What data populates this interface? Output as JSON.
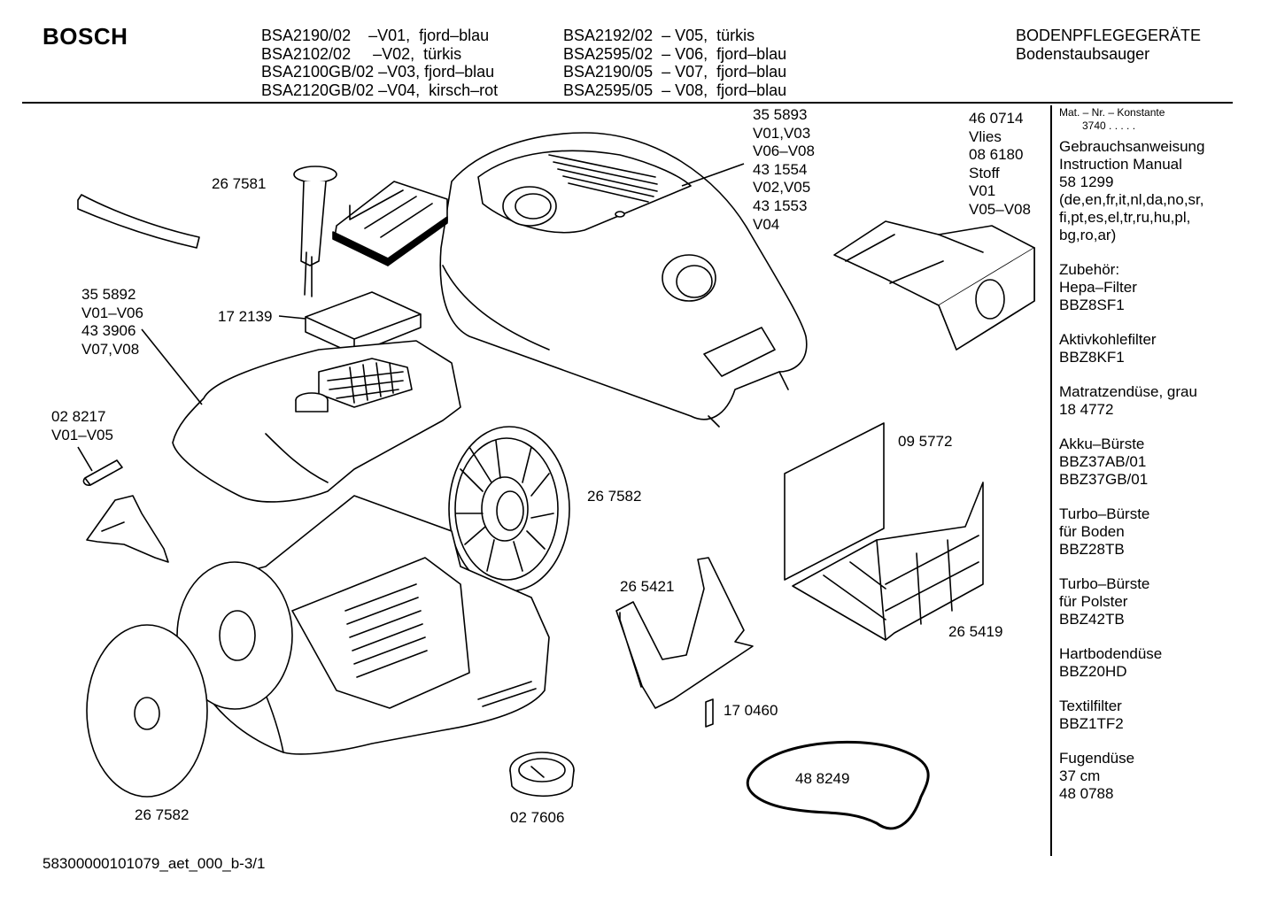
{
  "brand": "BOSCH",
  "models": {
    "col1": [
      "BSA2190/02    –V01,  fjord–blau",
      "BSA2102/02     –V02,  türkis",
      "BSA2100GB/02 –V03, fjord–blau",
      "BSA2120GB/02 –V04,  kirsch–rot"
    ],
    "col2": [
      "BSA2192/02  – V05,  türkis",
      "BSA2595/02  – V06,  fjord–blau",
      "BSA2190/05  – V07,  fjord–blau",
      "BSA2595/05  – V08,  fjord–blau"
    ]
  },
  "category": {
    "title": "BODENPFLEGEGERÄTE",
    "subtitle": "Bodenstaubsauger"
  },
  "sidebar": {
    "konstante_label": "Mat. – Nr. – Konstante",
    "konstante_value": "3740  .  .  .  .  .",
    "groups": [
      [
        "Gebrauchsanweisung",
        "Instruction Manual",
        "58 1299",
        "(de,en,fr,it,nl,da,no,sr,",
        "fi,pt,es,el,tr,ru,hu,pl,",
        "bg,ro,ar)"
      ],
      [
        "Zubehör:",
        "Hepa–Filter",
        "BBZ8SF1"
      ],
      [
        "Aktivkohlefilter",
        "BBZ8KF1"
      ],
      [
        "Matratzendüse, grau",
        "18 4772"
      ],
      [
        "Akku–Bürste",
        "BBZ37AB/01",
        "BBZ37GB/01"
      ],
      [
        "Turbo–Bürste",
        "für Boden",
        "BBZ28TB"
      ],
      [
        "Turbo–Bürste",
        "für Polster",
        "BBZ42TB"
      ],
      [
        "Hartbodendüse",
        "BBZ20HD"
      ],
      [
        "Textilfilter",
        "BBZ1TF2"
      ],
      [
        "Fugendüse",
        "37 cm",
        "48 0788"
      ]
    ]
  },
  "labels": {
    "cover": [
      "35 5893",
      "V01,V03",
      "V06–V08",
      "43 1554",
      "V02,V05",
      "43 1553",
      "V04"
    ],
    "bag": [
      "46 0714",
      "Vlies",
      "08 6180",
      "Stoff",
      "V01",
      "V05–V08"
    ],
    "p267581": "26 7581",
    "p172139": "17 2139",
    "housing": [
      "35 5892",
      "V01–V06",
      "43 3906",
      "V07,V08"
    ],
    "battery": [
      "02 8217",
      "V01–V05"
    ],
    "p267582_right": "26 7582",
    "p095772": "09 5772",
    "p265421": "26 5421",
    "p265419": "26 5419",
    "p170460": "17 0460",
    "p488249": "48 8249",
    "p267582_left": "26 7582",
    "p027606": "02 7606"
  },
  "footer": "58300000101079_aet_000_b-3/1"
}
